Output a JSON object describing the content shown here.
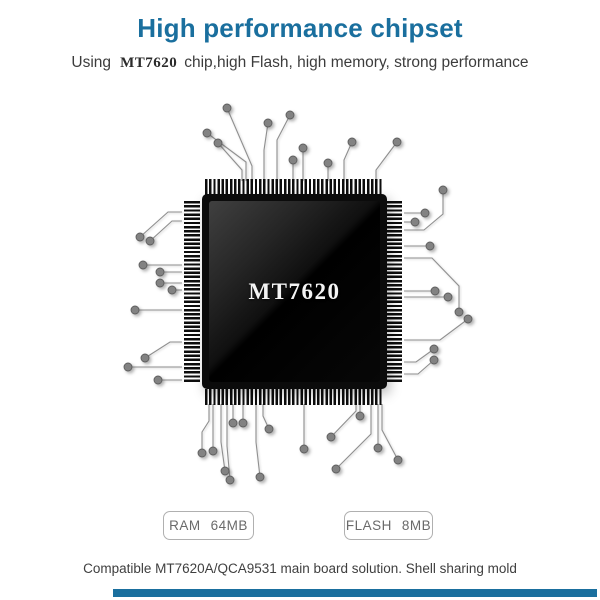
{
  "colors": {
    "accent_blue": "#1a6f9e",
    "text_dark": "#3c3c3c",
    "badge_border": "#b0b0b0",
    "badge_text": "#6a6a6a",
    "trace_gray": "#8f8f8f",
    "chip_black": "#0b0b0b",
    "chip_label_white": "#f4f4f4"
  },
  "header": {
    "title": "High performance chipset",
    "subtitle_prefix": "Using",
    "subtitle_chip_name": "MT7620",
    "subtitle_rest": "chip,high Flash, high memory, strong performance"
  },
  "chip": {
    "label": "MT7620"
  },
  "specs": [
    {
      "label": "RAM",
      "value": "64MB"
    },
    {
      "label": "FLASH",
      "value": "8MB"
    }
  ],
  "footer": {
    "caption": "Compatible MT7620A/QCA9531 main board solution. Shell sharing mold"
  }
}
